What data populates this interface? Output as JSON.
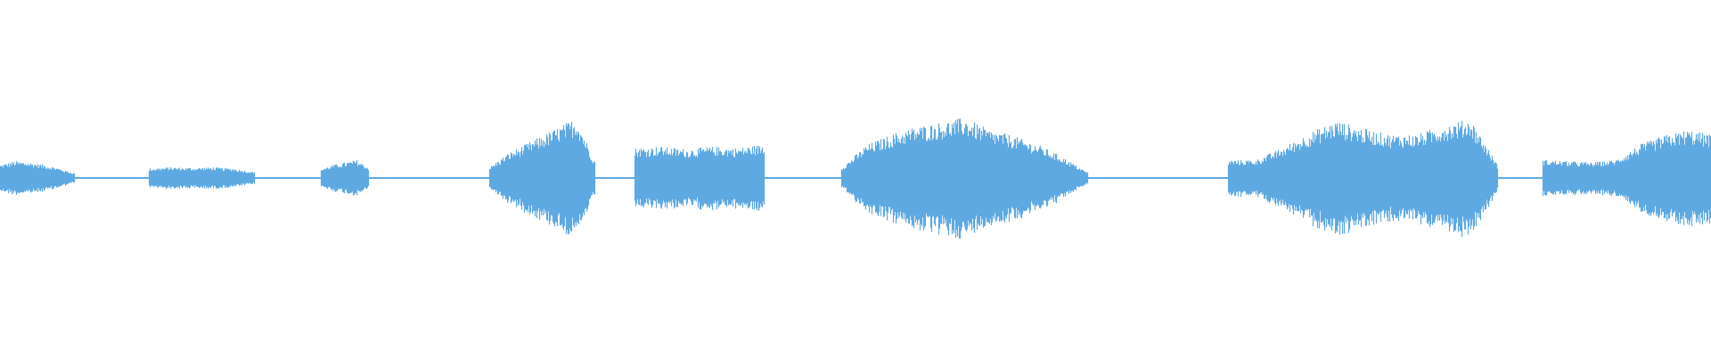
{
  "waveform": {
    "color": "#5fa9e2",
    "background": "#ffffff",
    "duration_fraction_segments": [
      {
        "name": "segment-1",
        "start": 0.0,
        "end": 0.043,
        "shape": [
          0.22,
          0.28,
          0.26,
          0.22,
          0.16,
          0.08
        ]
      },
      {
        "name": "segment-2",
        "start": 0.087,
        "end": 0.148,
        "shape": [
          0.16,
          0.18,
          0.17,
          0.18,
          0.16,
          0.1
        ]
      },
      {
        "name": "segment-3",
        "start": 0.188,
        "end": 0.215,
        "shape": [
          0.16,
          0.22,
          0.26,
          0.3,
          0.18
        ]
      },
      {
        "name": "segment-4",
        "start": 0.286,
        "end": 0.347,
        "shape": [
          0.18,
          0.4,
          0.55,
          0.7,
          0.85,
          1.0,
          0.3
        ]
      },
      {
        "name": "segment-5",
        "start": 0.371,
        "end": 0.446,
        "shape": [
          0.5,
          0.52,
          0.48,
          0.52,
          0.5,
          0.56
        ]
      },
      {
        "name": "segment-6",
        "start": 0.492,
        "end": 0.635,
        "shape": [
          0.18,
          0.55,
          0.72,
          0.85,
          0.92,
          1.0,
          0.8,
          0.7,
          0.55,
          0.35,
          0.1
        ]
      },
      {
        "name": "segment-7",
        "start": 0.718,
        "end": 0.875,
        "shape": [
          0.3,
          0.3,
          0.5,
          0.75,
          0.95,
          0.82,
          0.72,
          0.72,
          0.88,
          0.98,
          0.22
        ]
      },
      {
        "name": "segment-8",
        "start": 0.902,
        "end": 1.0,
        "shape": [
          0.3,
          0.28,
          0.26,
          0.3,
          0.55,
          0.7,
          0.8,
          0.72
        ]
      }
    ],
    "silence_fraction": 0.012
  }
}
